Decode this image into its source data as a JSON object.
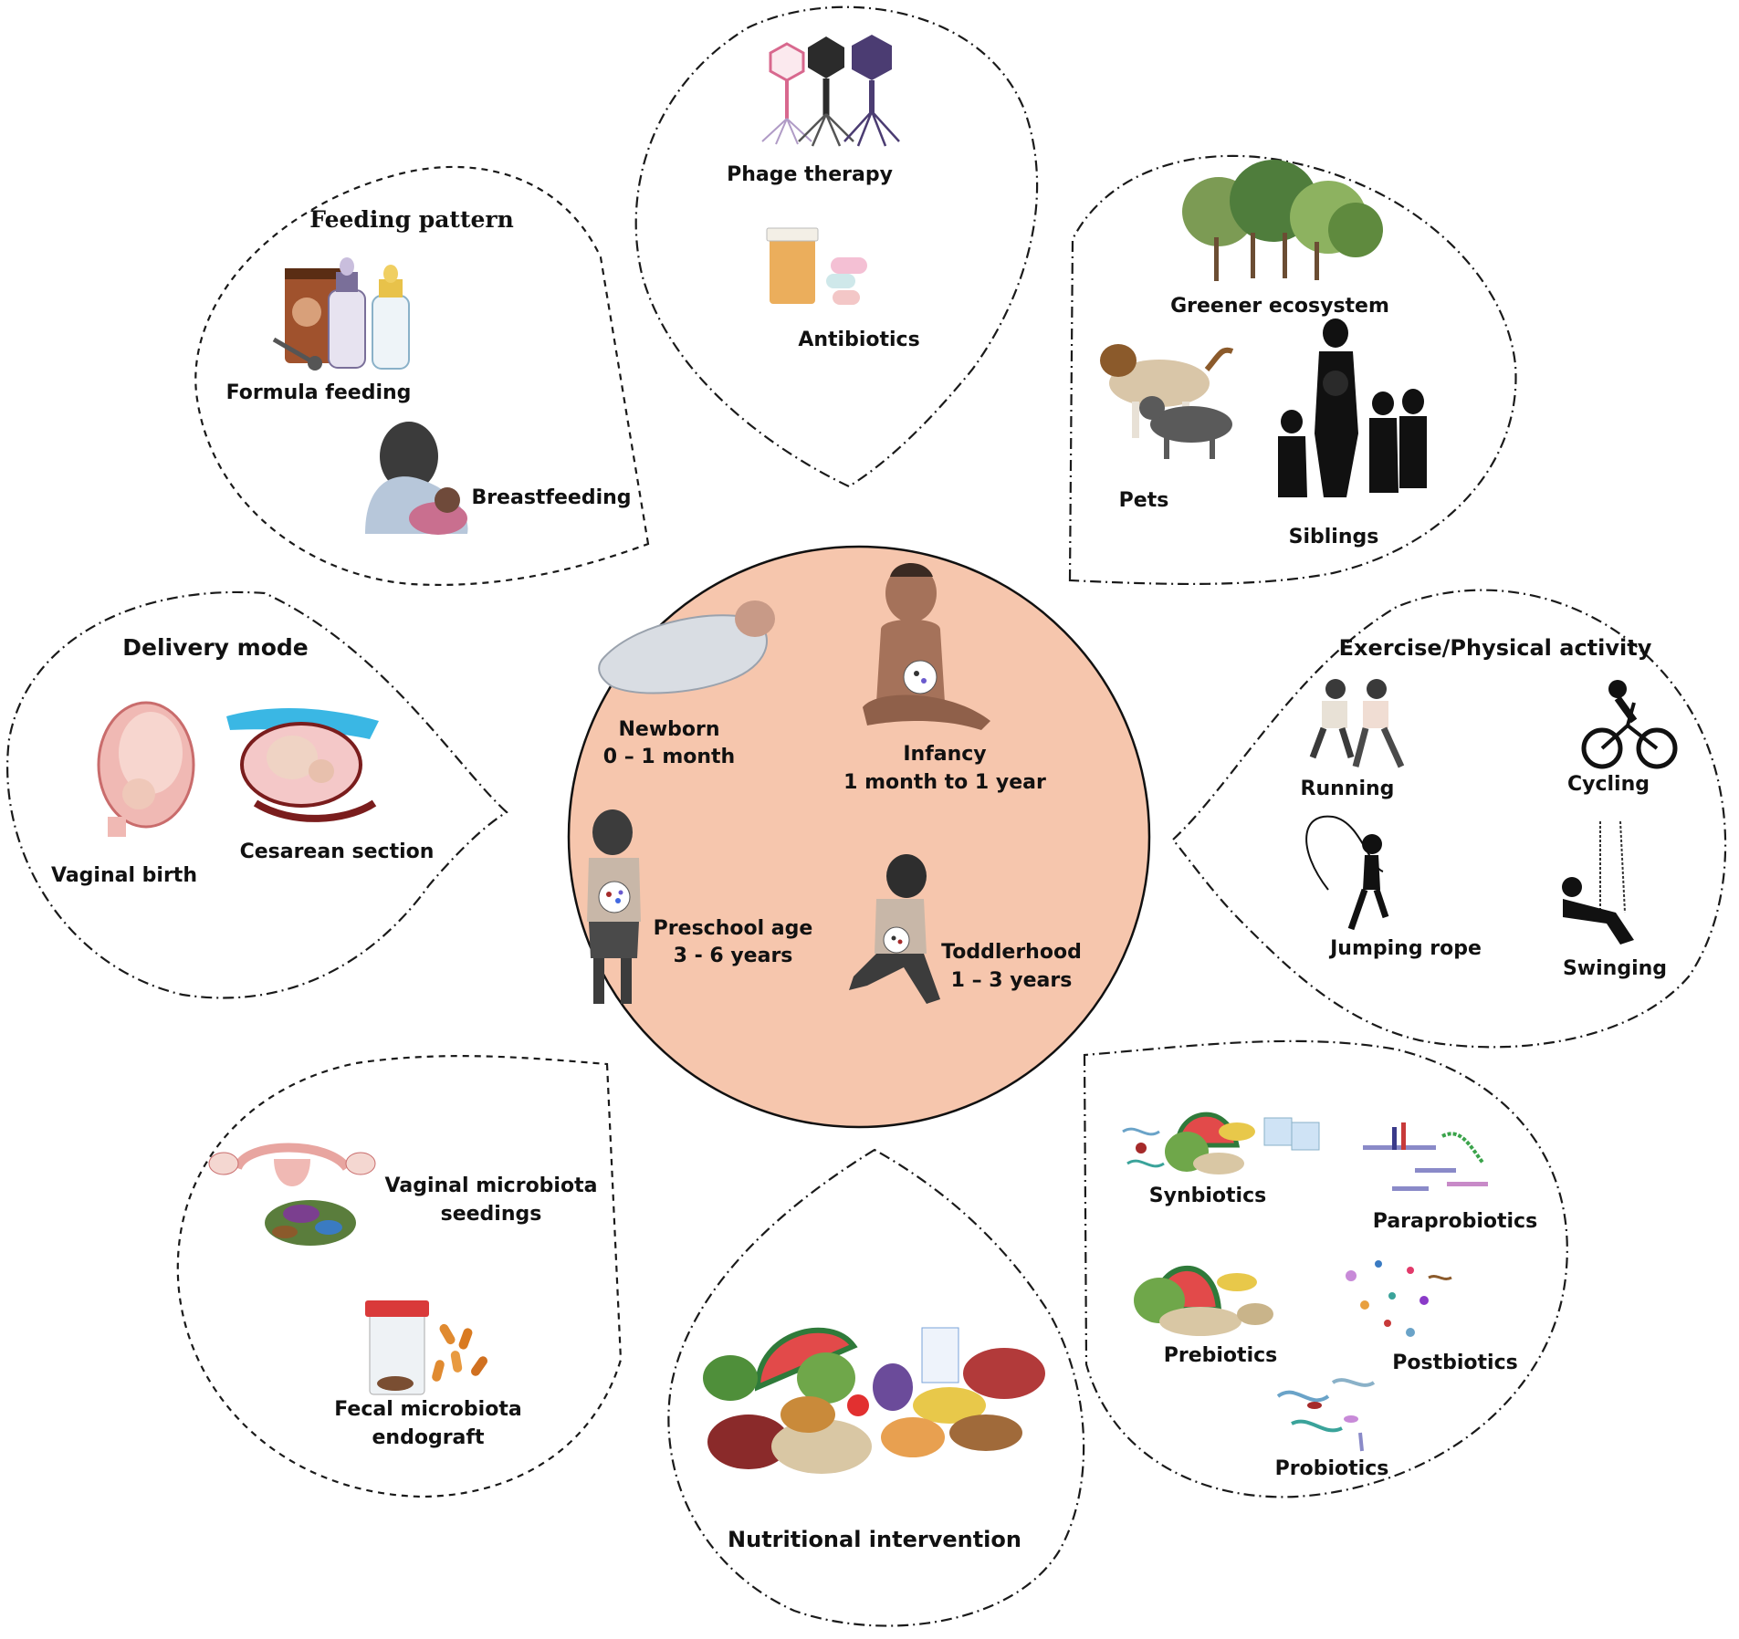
{
  "center": {
    "fill_color": "#f6c6ad",
    "stages": [
      {
        "name": "Newborn",
        "range": "0 – 1 month"
      },
      {
        "name": "Infancy",
        "range": "1 month to 1 year"
      },
      {
        "name": "Preschool age",
        "range": "3 - 6 years"
      },
      {
        "name": "Toddlerhood",
        "range": "1 – 3 years"
      }
    ]
  },
  "feeding": {
    "title": "Feeding pattern",
    "items": [
      "Formula feeding",
      "Breastfeeding"
    ],
    "icons": [
      "formula-can-and-bottles-icon",
      "breastfeeding-mother-icon"
    ]
  },
  "phage": {
    "items": [
      "Phage therapy",
      "Antibiotics"
    ],
    "icons": [
      "bacteriophage-icon",
      "pill-bottle-icon"
    ]
  },
  "environment": {
    "items": [
      "Greener ecosystem",
      "Pets",
      "Siblings"
    ],
    "icons": [
      "forest-icon",
      "dog-and-cat-icon",
      "family-silhouette-icon"
    ]
  },
  "delivery": {
    "title": "Delivery mode",
    "items": [
      "Vaginal birth",
      "Cesarean section"
    ],
    "icons": [
      "uterus-fetus-icon",
      "cesarean-icon"
    ]
  },
  "exercise": {
    "title": "Exercise/Physical activity",
    "items": [
      "Running",
      "Cycling",
      "Jumping rope",
      "Swinging"
    ],
    "icons": [
      "running-children-icon",
      "cyclist-icon",
      "jumping-rope-icon",
      "swing-icon"
    ]
  },
  "seeding": {
    "items": [
      {
        "line1": "Vaginal  microbiota",
        "line2": "seedings"
      },
      {
        "line1": "Fecal microbiota",
        "line2": "endograft"
      }
    ],
    "icons": [
      "uterus-microbes-icon",
      "stool-jar-capsules-icon"
    ]
  },
  "nutrition": {
    "title": "Nutritional intervention",
    "icons": [
      "food-pile-icon"
    ]
  },
  "biotics": {
    "items": [
      "Synbiotics",
      "Paraprobiotics",
      "Prebiotics",
      "Postbiotics",
      "Probiotics"
    ],
    "icons": [
      "synbiotics-icon",
      "paraprobiotics-icon",
      "prebiotics-icon",
      "postbiotics-icon",
      "probiotics-icon"
    ]
  }
}
